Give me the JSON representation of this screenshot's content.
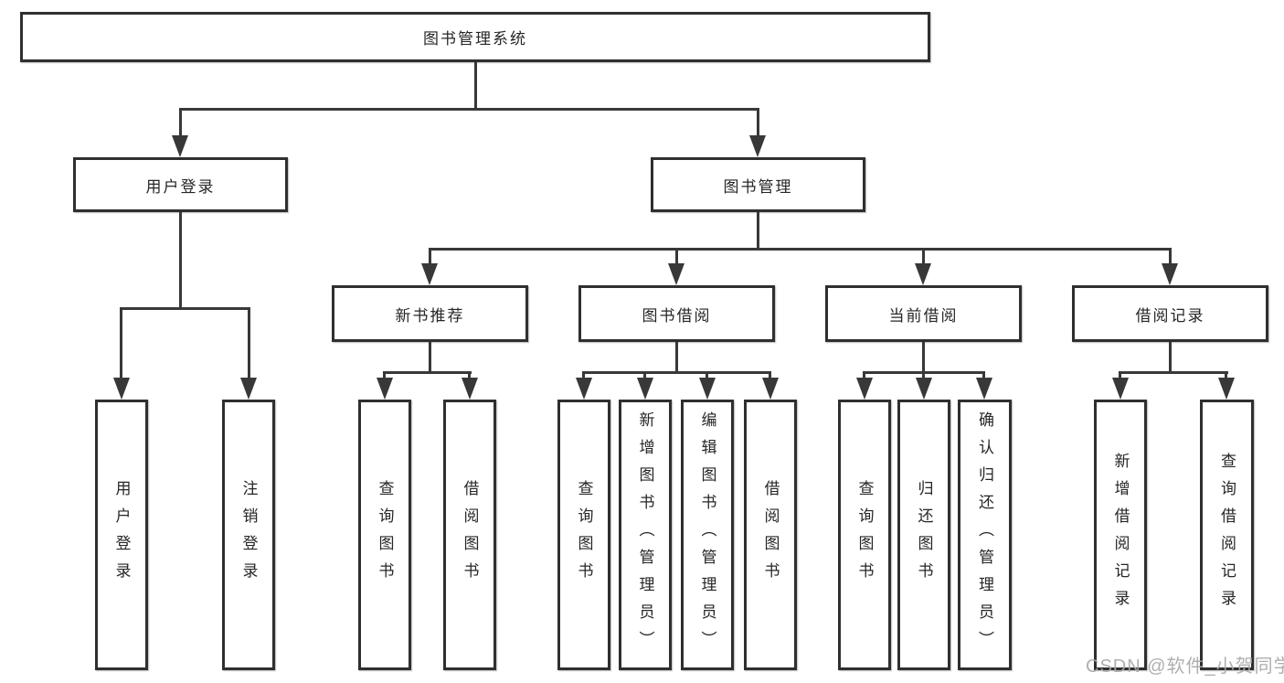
{
  "colors": {
    "line": "#383838",
    "box_border": "#2f2f2f",
    "box_fill": "#ffffff",
    "text": "#262626",
    "watermark": "#a8a8a8"
  },
  "chart": {
    "root": "图书管理系统",
    "branches": [
      {
        "label": "用户登录",
        "children": [
          "用户登录",
          "注销登录"
        ]
      },
      {
        "label": "图书管理",
        "groups": [
          {
            "label": "新书推荐",
            "children": [
              "查询图书",
              "借阅图书"
            ]
          },
          {
            "label": "图书借阅",
            "children": [
              "查询图书",
              "新增图书（管理员）",
              "编辑图书（管理员）",
              "借阅图书"
            ]
          },
          {
            "label": "当前借阅",
            "children": [
              "查询图书",
              "归还图书",
              "确认归还（管理员）"
            ]
          },
          {
            "label": "借阅记录",
            "children": [
              "新增借阅记录",
              "查询借阅记录"
            ]
          }
        ]
      }
    ]
  },
  "watermark": "CSDN @软件_小贺同学"
}
